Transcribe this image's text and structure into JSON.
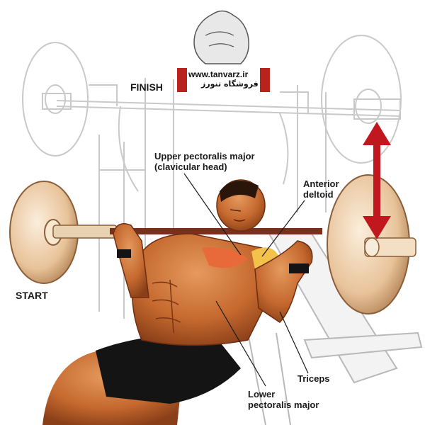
{
  "labels": {
    "finish": "FINISH",
    "start": "START",
    "upper_pec_line1": "Upper pectoralis major",
    "upper_pec_line2": "(clavicular head)",
    "anterior_line1": "Anterior",
    "anterior_line2": "deltoid",
    "triceps": "Triceps",
    "lower_pec_line1": "Lower",
    "lower_pec_line2": "pectoralis major"
  },
  "watermark": {
    "url": "www.tanvarz.ir",
    "persian": "فروشگاه تنورز"
  },
  "colors": {
    "arrow": "#c0181e",
    "plate": "#e8c9a6",
    "bar": "#7a2e1c",
    "skin": "#c9703a",
    "muscle_highlight": "#f2c24a",
    "shorts": "#141414"
  }
}
